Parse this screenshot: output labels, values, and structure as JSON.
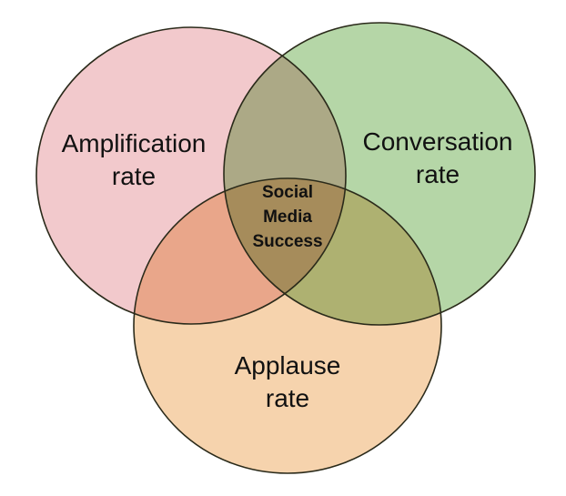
{
  "diagram": {
    "type": "venn",
    "sets": [
      {
        "id": "amplification",
        "lines": [
          "Amplification",
          "rate"
        ],
        "color": "#f2c9cc"
      },
      {
        "id": "conversation",
        "lines": [
          "Conversation",
          "rate"
        ],
        "color": "#b5d6a7"
      },
      {
        "id": "applause",
        "lines": [
          "Applause",
          "rate"
        ],
        "color": "#f6d3ad"
      }
    ],
    "center": {
      "lines": [
        "Social",
        "Media",
        "Success"
      ]
    },
    "stroke": "#2a2a1a"
  }
}
